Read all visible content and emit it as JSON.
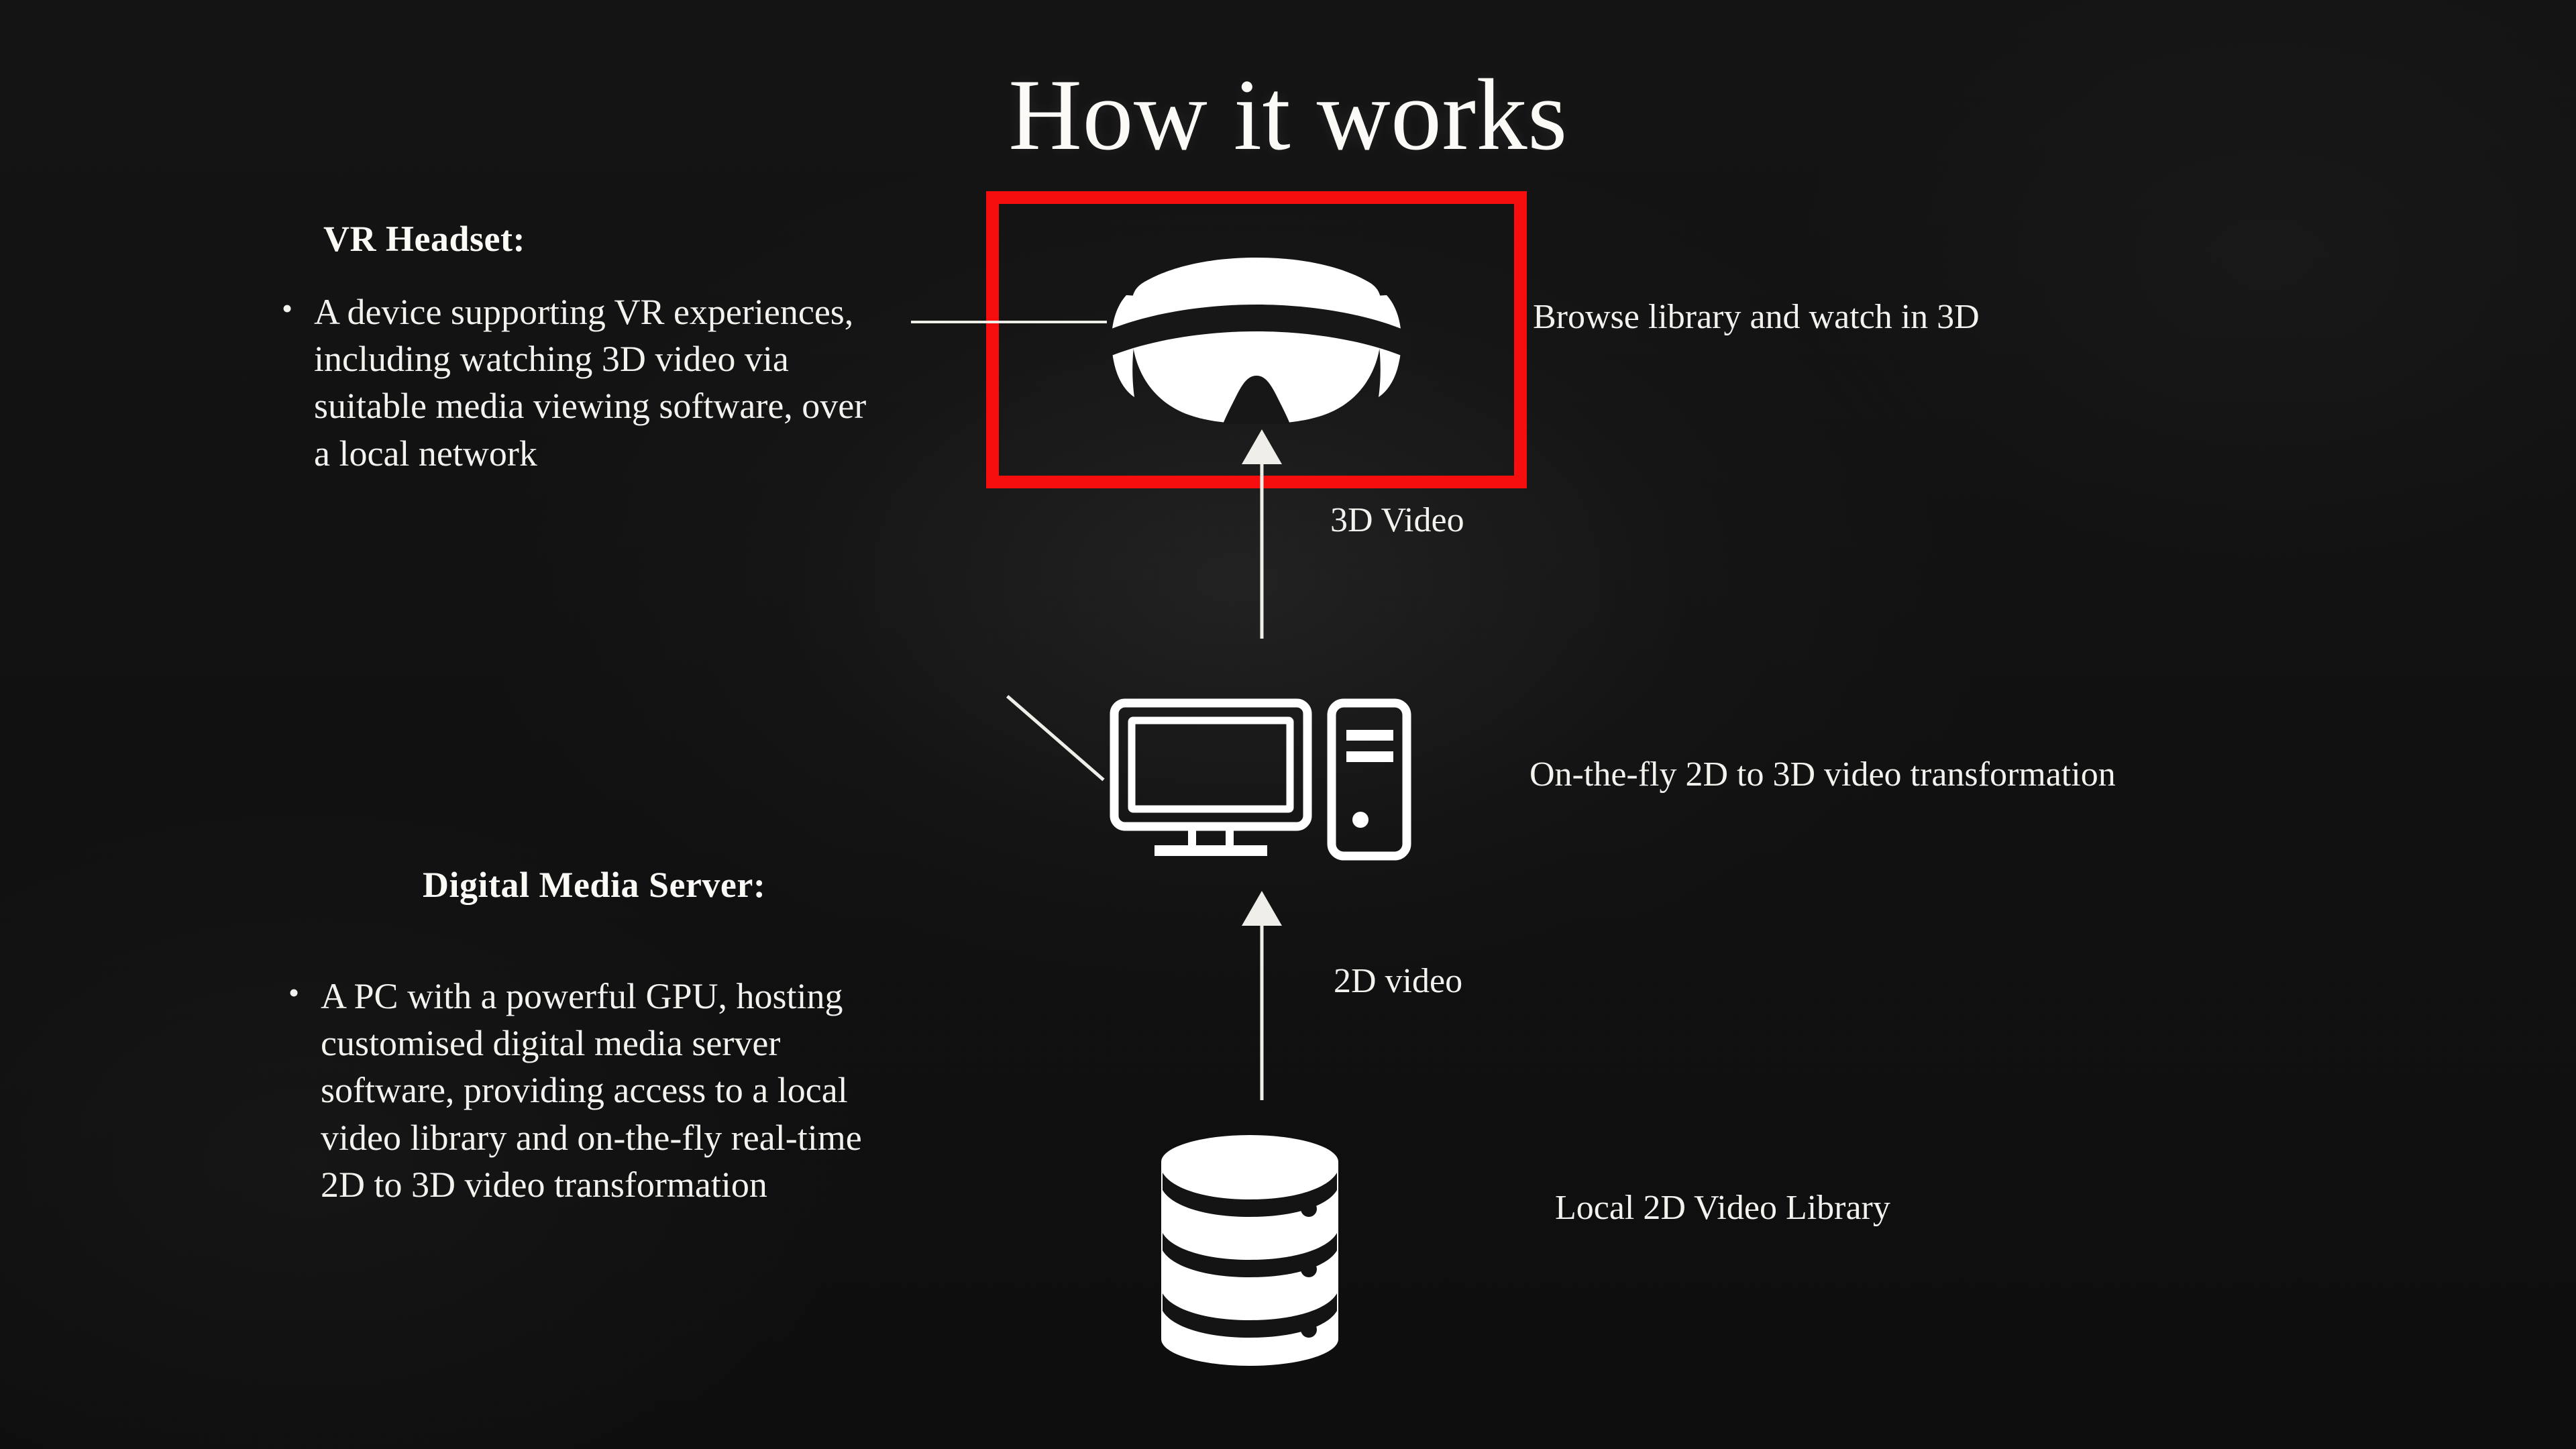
{
  "slide": {
    "title": "How it works",
    "background_color": "#131313",
    "text_color": "#f4f2ee",
    "highlight_color": "#f60d0d"
  },
  "blocks": [
    {
      "id": "vr-headset",
      "heading": "VR Headset:",
      "bullets": [
        {
          "marker": "•",
          "text": "A device supporting VR experiences, including watching 3D video via suitable media viewing software, over a local network"
        }
      ]
    },
    {
      "id": "digital-media-server",
      "heading": "Digital Media Server:",
      "bullets": [
        {
          "marker": "•",
          "text": "A PC with a powerful GPU, hosting customised digital media server software, providing access to a local video library and on-the-fly real-time 2D to 3D video transformation"
        }
      ]
    }
  ],
  "diagram": {
    "nodes": [
      {
        "id": "vr-headset-node",
        "icon": "vr-headset-icon",
        "caption": "Browse library and watch in 3D",
        "highlighted": true
      },
      {
        "id": "media-server-node",
        "icon": "desktop-computer-icon",
        "caption": "On-the-fly 2D to 3D video transformation",
        "highlighted": false
      },
      {
        "id": "video-library-node",
        "icon": "database-icon",
        "caption": "Local 2D Video Library",
        "highlighted": false
      }
    ],
    "flows": [
      {
        "id": "flow-3d-video",
        "label": "3D Video",
        "direction": "up",
        "from": "media-server-node",
        "to": "vr-headset-node"
      },
      {
        "id": "flow-2d-video",
        "label": "2D video",
        "direction": "up",
        "from": "video-library-node",
        "to": "media-server-node"
      }
    ]
  }
}
